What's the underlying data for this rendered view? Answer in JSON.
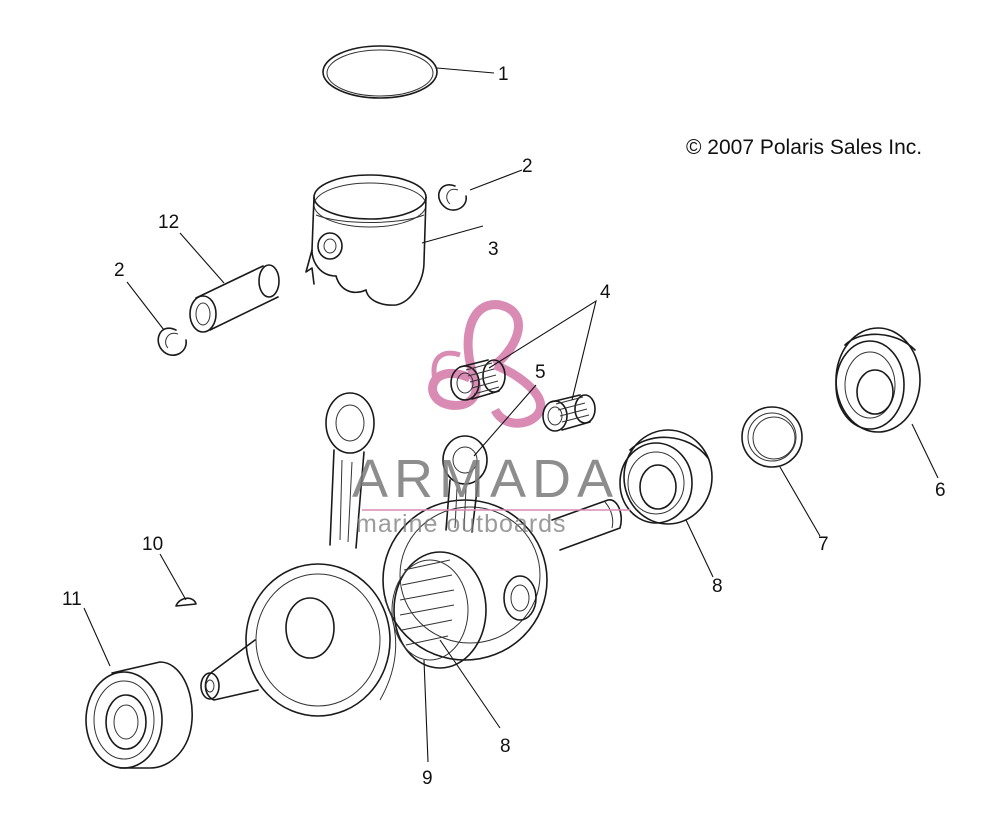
{
  "copyright": "© 2007 Polaris Sales Inc.",
  "watermark": {
    "brand": "ARMADA",
    "tagline": "marine outboards",
    "text_color": "#7a7a7a",
    "logo_color": "#d98bb4"
  },
  "callouts": [
    {
      "id": "c1",
      "label": "1",
      "part": "piston ring"
    },
    {
      "id": "c2a",
      "label": "2",
      "part": "piston pin retaining ring (right)"
    },
    {
      "id": "c2b",
      "label": "2",
      "part": "piston pin retaining ring (left)"
    },
    {
      "id": "c3",
      "label": "3",
      "part": "piston"
    },
    {
      "id": "c4",
      "label": "4",
      "part": "needle bearings"
    },
    {
      "id": "c5",
      "label": "5",
      "part": "connecting rod"
    },
    {
      "id": "c6",
      "label": "6",
      "part": "crankshaft bearing (right)"
    },
    {
      "id": "c7",
      "label": "7",
      "part": "ring washer"
    },
    {
      "id": "c8a",
      "label": "8",
      "part": "crankshaft bearing"
    },
    {
      "id": "c8b",
      "label": "8",
      "part": "center crankshaft bearing"
    },
    {
      "id": "c9",
      "label": "9",
      "part": "crankshaft seal"
    },
    {
      "id": "c10",
      "label": "10",
      "part": "woodruff key"
    },
    {
      "id": "c11",
      "label": "11",
      "part": "crankshaft bearing (left)"
    },
    {
      "id": "c12",
      "label": "12",
      "part": "piston pin"
    }
  ]
}
